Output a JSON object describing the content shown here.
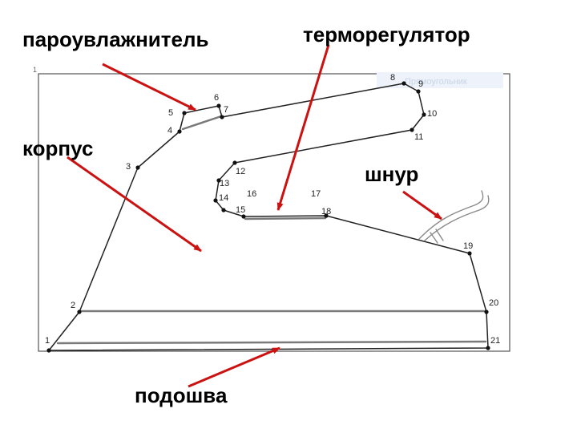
{
  "labels": {
    "steamer": "пароувлажнитель",
    "thermoregulator": "терморегулятор",
    "body": "корпус",
    "cord": "шнур",
    "sole": "подошва"
  },
  "points": [
    "1",
    "2",
    "3",
    "4",
    "5",
    "6",
    "7",
    "8",
    "9",
    "10",
    "11",
    "12",
    "13",
    "14",
    "15",
    "16",
    "17",
    "18",
    "19",
    "20",
    "21"
  ],
  "screen_fragment": {
    "corner_mark": "1",
    "faint_text": "Прямоугольник"
  },
  "colors": {
    "arrow": "#cc1111",
    "outline": "#222222",
    "detail_line": "#7a7a7a",
    "frame": "#555555"
  }
}
